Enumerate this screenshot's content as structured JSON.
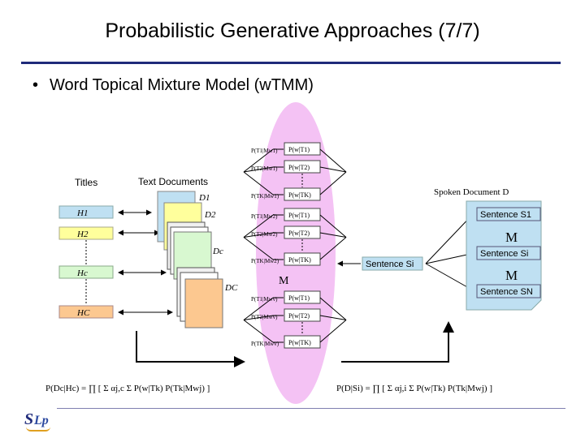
{
  "slide": {
    "title": "Probabilistic Generative Approaches (7/7)",
    "bullet": "Word Topical Mixture Model (wTMM)"
  },
  "diagram": {
    "titles_header": "Titles",
    "documents_header": "Text Documents",
    "spoken_header": "Spoken Document D",
    "doc_labels": [
      "D1",
      "D2",
      "Dc",
      "DC"
    ],
    "title_labels": [
      "H1",
      "H2",
      "Hc",
      "HC"
    ],
    "topic_rows": [
      {
        "prob": "P(T1|Mw1)",
        "word": "P(w|T1)"
      },
      {
        "prob": "P(T2|Mw1)",
        "word": "P(w|T2)"
      },
      {
        "prob": "P(TK|Mw1)",
        "word": "P(w|TK)"
      },
      {
        "prob": "P(T1|Mw2)",
        "word": "P(w|T1)"
      },
      {
        "prob": "P(T2|Mw2)",
        "word": "P(w|T2)"
      },
      {
        "prob": "P(TK|Mw2)",
        "word": "P(w|TK)"
      },
      {
        "prob": "P(T1|Mwv)",
        "word": "P(w|T1)"
      },
      {
        "prob": "P(T2|Mwv)",
        "word": "P(w|T2)"
      },
      {
        "prob": "P(TK|Mwv)",
        "word": "P(w|TK)"
      }
    ],
    "middle_label": "M",
    "sentence_center": "Sentence Si",
    "spoken_sentences": [
      "Sentence S1",
      "Sentence Si",
      "Sentence SN"
    ],
    "spoken_ellipsis": "M",
    "formula_left": "P(Dc|Hc) = ∏ [ Σ αj,c Σ P(w|Tk) P(Tk|Mwj) ]",
    "formula_right": "P(D|Si) = ∏ [ Σ αj,i Σ P(w|Tk) P(Tk|Mwj) ]"
  },
  "colors": {
    "ellipse": "#f4c2f4",
    "doc_blue": "#bfe0f2",
    "doc_yellow": "#ffff9c",
    "doc_green": "#d8f8d0",
    "doc_orange": "#fcc890",
    "rule": "#1f2a7a"
  }
}
